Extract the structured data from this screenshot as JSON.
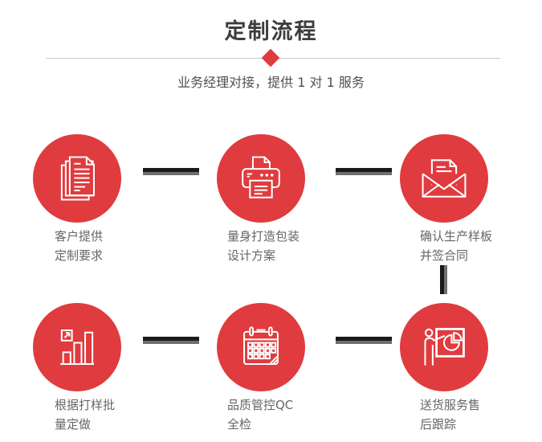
{
  "header": {
    "title": "定制流程",
    "subtitle": "业务经理对接，提供 1 对 1 服务"
  },
  "colors": {
    "accent_red": "#e03b3e",
    "connector_dark": "#1a1a1a",
    "connector_gray": "#6f6f6f",
    "title_text": "#3d3d3d",
    "subtitle_text": "#4f4f4f",
    "label_text": "#666666",
    "divider_line": "#c9c9c9"
  },
  "steps": [
    {
      "icon": "documents-icon",
      "line1": "客户提供",
      "line2": "定制要求"
    },
    {
      "icon": "printer-icon",
      "line1": "量身打造包装",
      "line2": "设计方案"
    },
    {
      "icon": "envelope-icon",
      "line1": "确认生产样板",
      "line2": "并签合同"
    },
    {
      "icon": "bar-chart-icon",
      "line1": "根据打样批",
      "line2": "量定做"
    },
    {
      "icon": "calendar-icon",
      "line1": "品质管控QC",
      "line2": "全检"
    },
    {
      "icon": "presentation-icon",
      "line1": "送货服务售",
      "line2": "后跟踪"
    }
  ]
}
